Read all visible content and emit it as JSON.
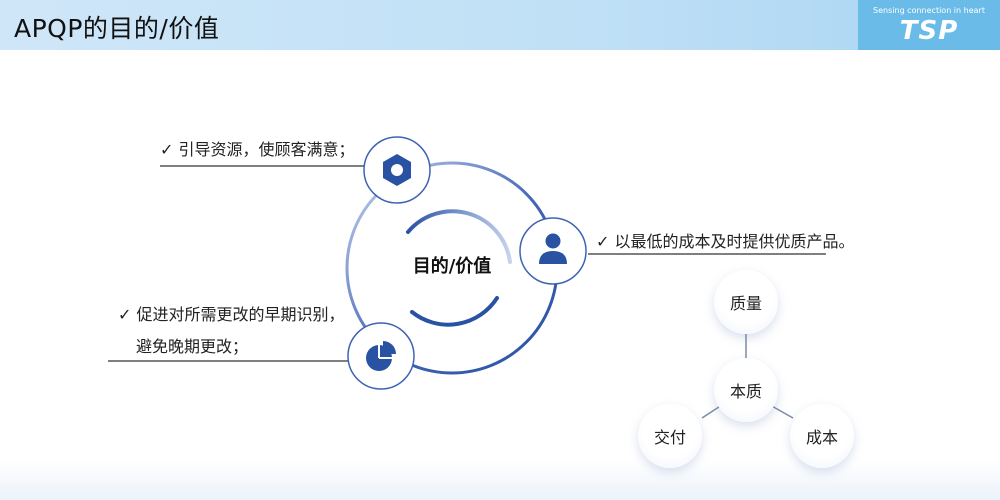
{
  "header": {
    "title": "APQP的目的/价值",
    "logo_tagline": "Sensing connection in heart",
    "logo_mark": "TSP"
  },
  "diagram": {
    "center_label": "目的/价值",
    "points": [
      {
        "check": "✓",
        "text": "引导资源，使顾客满意；",
        "icon": "settings-nut-icon"
      },
      {
        "check": "✓",
        "text": "以最低的成本及时提供优质产品。",
        "icon": "user-icon"
      },
      {
        "check": "✓",
        "text_line1": "促进对所需更改的早期识别，",
        "text_line2": "避免晚期更改；",
        "icon": "pie-chart-icon"
      }
    ],
    "triad": {
      "center": "本质",
      "top": "质量",
      "left": "交付",
      "right": "成本"
    }
  },
  "colors": {
    "accent": "#2a52a3",
    "ring": "#3f63b3",
    "header_bg": "#c6e3f7",
    "logo_bg": "#6bbbe9"
  }
}
